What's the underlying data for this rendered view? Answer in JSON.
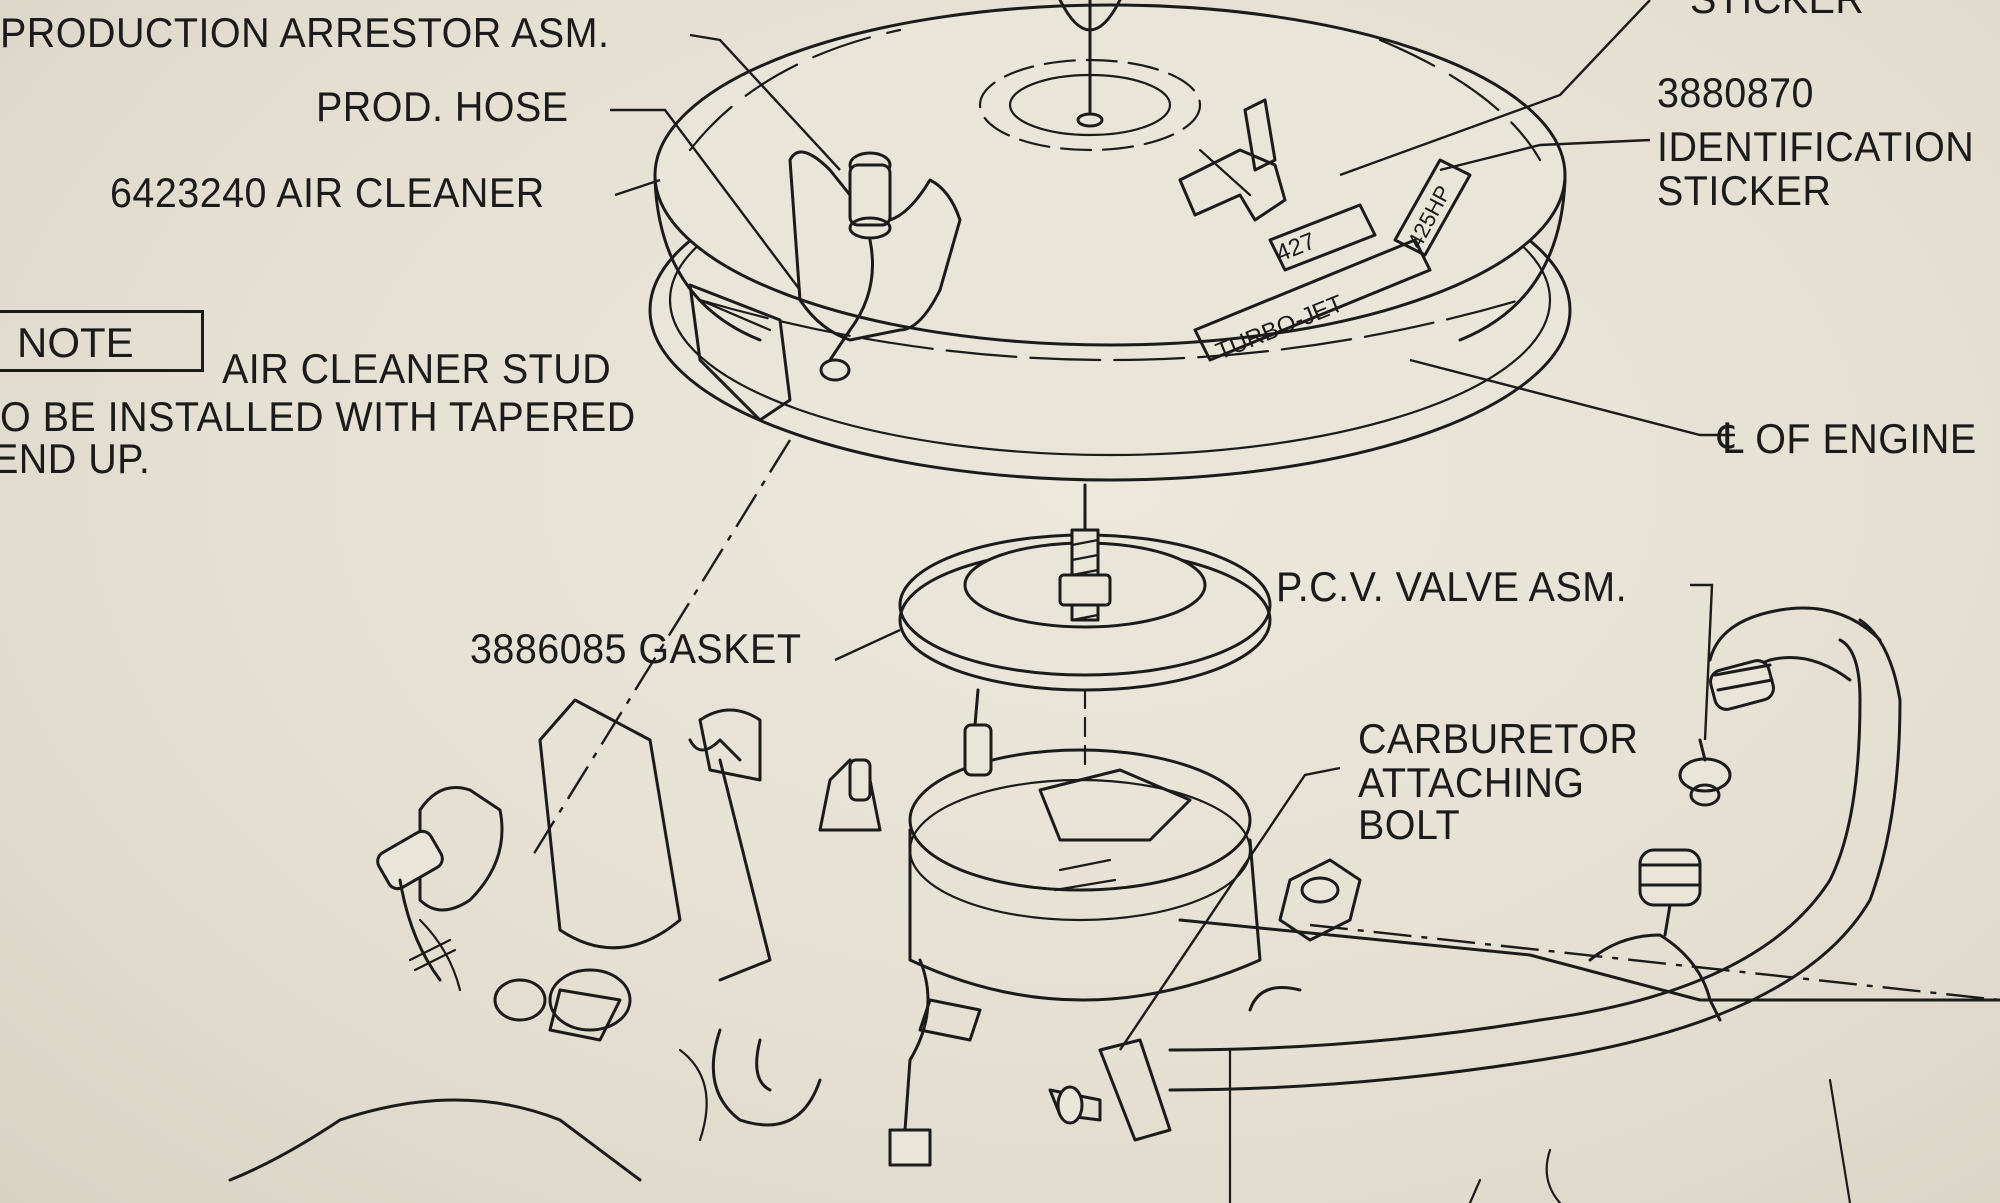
{
  "labels": {
    "sticker_top": "STICKER",
    "production_arrestor": "PRODUCTION ARRESTOR ASM.",
    "prod_hose": "PROD. HOSE",
    "air_cleaner": "6423240 AIR CLEANER",
    "part_3880870": "3880870",
    "identification": "IDENTIFICATION",
    "sticker": "STICKER",
    "note": "NOTE",
    "note_line1": "AIR CLEANER STUD",
    "note_line2": "O BE INSTALLED WITH TAPERED",
    "note_line3": "END UP.",
    "engine_center": "℄ OF ENGINE",
    "pcv_valve": "P.C.V. VALVE ASM.",
    "gasket": "3886085 GASKET",
    "carb_line1": "CARBURETOR",
    "carb_line2": "ATTACHING",
    "carb_line3": "BOLT"
  },
  "decal_text": {
    "displacement": "427",
    "turbo_jet": "TURBO-JET",
    "hp": "425HP"
  },
  "colors": {
    "paper": "#e6e1d4",
    "ink": "#1b1b1b"
  }
}
